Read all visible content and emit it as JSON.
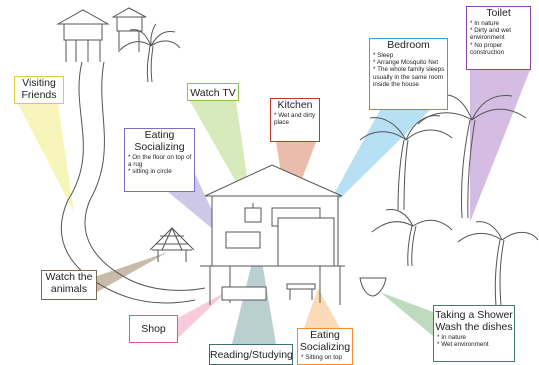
{
  "labels": {
    "visiting_friends": {
      "title": "Visiting\nFriends",
      "color": "#f4f1a3",
      "border": "#d9cf3a"
    },
    "watch_tv": {
      "title": "Watch TV",
      "color": "#c9e3a6",
      "border": "#8cc152"
    },
    "eating_socializing_rug": {
      "title": "Eating\nSocializing",
      "notes": [
        "On the floor on top of a rug",
        "sitting in circle"
      ],
      "color": "#bdb6e0",
      "border": "#7a6fc2"
    },
    "kitchen": {
      "title": "Kitchen",
      "notes": [
        "Wet and dirty place"
      ],
      "color": "#e3a58f",
      "border": "#c0392b"
    },
    "bedroom": {
      "title": "Bedroom",
      "notes": [
        "Sleep",
        "Arrange Mosquito Net",
        "The whole family sleeps usually in the same room inside the house"
      ],
      "color": "#9fd6f0",
      "border": "#3aa0d8"
    },
    "toilet": {
      "title": "Toilet",
      "notes": [
        "In nature",
        "Dirty and wet environment",
        "No proper construction"
      ],
      "color": "#c7a6d8",
      "border": "#8e44ad"
    },
    "watch_animals": {
      "title": "Watch the\nanimals",
      "color": "#b5a48e",
      "border": "#7a6a55"
    },
    "shop": {
      "title": "Shop",
      "color": "#f5b8d0",
      "border": "#e0559a"
    },
    "reading_studying": {
      "title": "Reading/Studying",
      "color": "#a3bfbf",
      "border": "#3f6f6f"
    },
    "eating_socializing_top": {
      "title": "Eating\nSocializing",
      "notes": [
        "Sitting on top"
      ],
      "color": "#f7cfa0",
      "border": "#ef8f2f"
    },
    "shower": {
      "title": "Taking a Shower\nWash the dishes",
      "notes": [
        "In nature",
        "Wet environment"
      ],
      "color": "#a9cfa9",
      "border": "#3f7f5f"
    }
  }
}
